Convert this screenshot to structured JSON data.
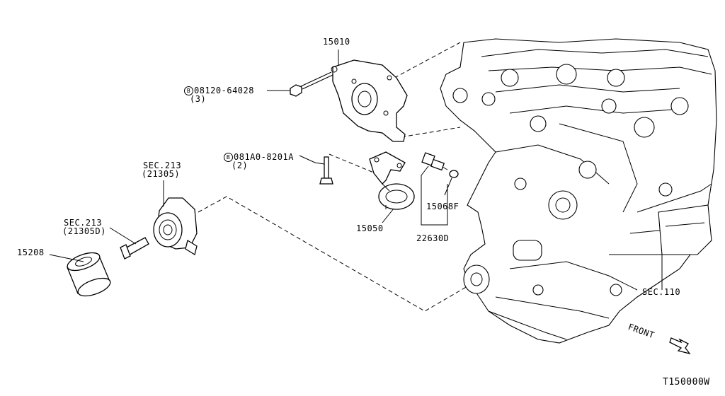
{
  "labels": {
    "oil_pump": "15010",
    "bolt_a_badge": "B",
    "bolt_a_part": "08120-64028",
    "bolt_a_qty": "(3)",
    "bolt_b_badge": "B",
    "bolt_b_part": "081A0-8201A",
    "bolt_b_qty": "(2)",
    "strainer": "15050",
    "sensor_ring": "15068F",
    "sensor": "22630D",
    "sec213_a": "SEC.213",
    "sec213_a_sub": "(21305)",
    "sec213_b": "SEC.213",
    "sec213_b_sub": "(21305D)",
    "oil_filter": "15208",
    "sec110": "SEC.110",
    "front": "FRONT",
    "drawing_no": "T150000W"
  },
  "icons": {
    "front_arrow": "arrow-down-right-icon",
    "bolt": "hex-bolt-icon"
  }
}
